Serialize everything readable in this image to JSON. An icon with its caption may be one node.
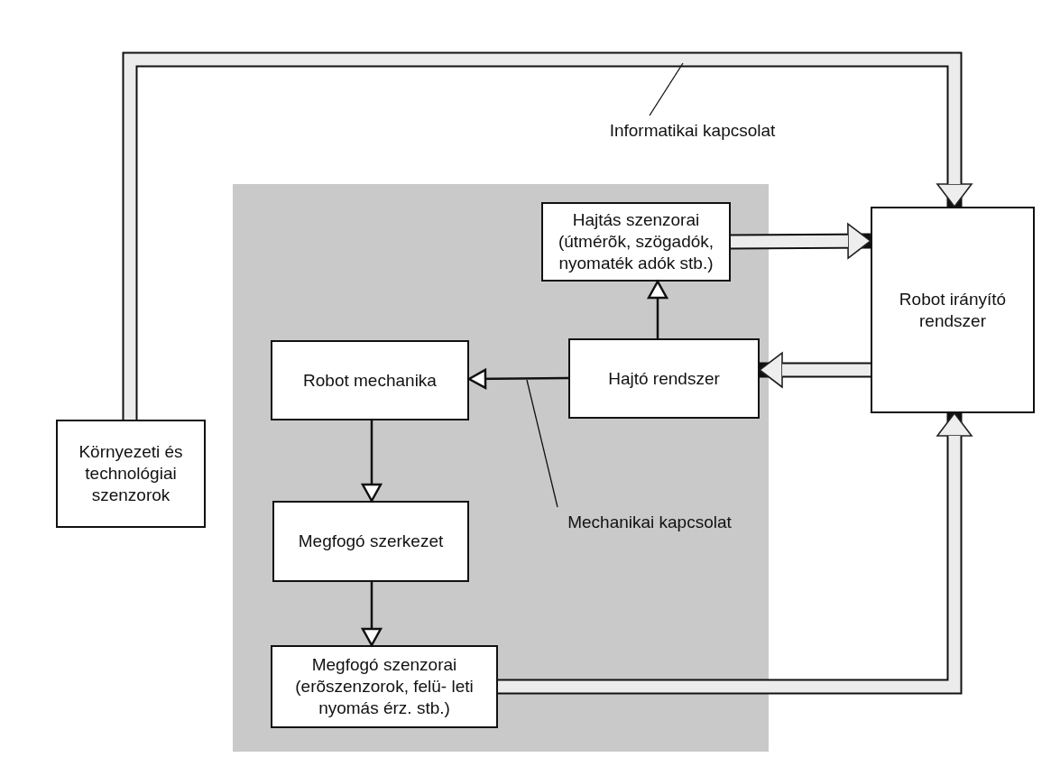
{
  "diagram": {
    "nodes": [
      {
        "text": [],
        "shape": "box"
      },
      {
        "text": [
          "Hajtás szenzorai",
          "(útmérõk, szögadók, nyomaték adók stb.)"
        ],
        "in": 0
      },
      {
        "text": [
          "Robot irányító rendszer"
        ]
      },
      {
        "text": [
          "Robot mechanika"
        ],
        "in": 0
      },
      {
        "text": [
          "Hajtó rendszer"
        ],
        "in": 0
      },
      {
        "text": [
          "Környezeti és technológiai szenzorok"
        ]
      },
      {
        "text": [
          "Megfogó szerkezet"
        ],
        "in": 0
      },
      {
        "text": [
          "Megfogó szenzorai (erõszenzorok, felü- leti nyomás érz. stb.)"
        ],
        "in": 0
      },
      {
        "text": [
          "Informatikai kapcsolat"
        ]
      },
      {
        "text": [
          "Mechanikai kapcsolat"
        ],
        "in": 0
      }
    ],
    "edges": [
      {
        "from": 5,
        "to": 2,
        "arrow": "to",
        "style": "thick"
      },
      {
        "from": 1,
        "to": 2,
        "arrow": "to",
        "style": "thick"
      },
      {
        "from": 2,
        "to": 4,
        "arrow": "to",
        "style": "thick"
      },
      {
        "from": 4,
        "to": 3,
        "arrow": "to"
      },
      {
        "from": 4,
        "to": 1,
        "arrow": "to"
      },
      {
        "from": 3,
        "to": 6,
        "arrow": "to"
      },
      {
        "from": 6,
        "to": 7,
        "arrow": "to"
      },
      {
        "from": 7,
        "to": 2,
        "arrow": "to",
        "style": "thick"
      },
      {
        "from": 8,
        "to": null,
        "arrow": "none"
      },
      {
        "from": 9,
        "to": null,
        "arrow": "none"
      }
    ]
  }
}
